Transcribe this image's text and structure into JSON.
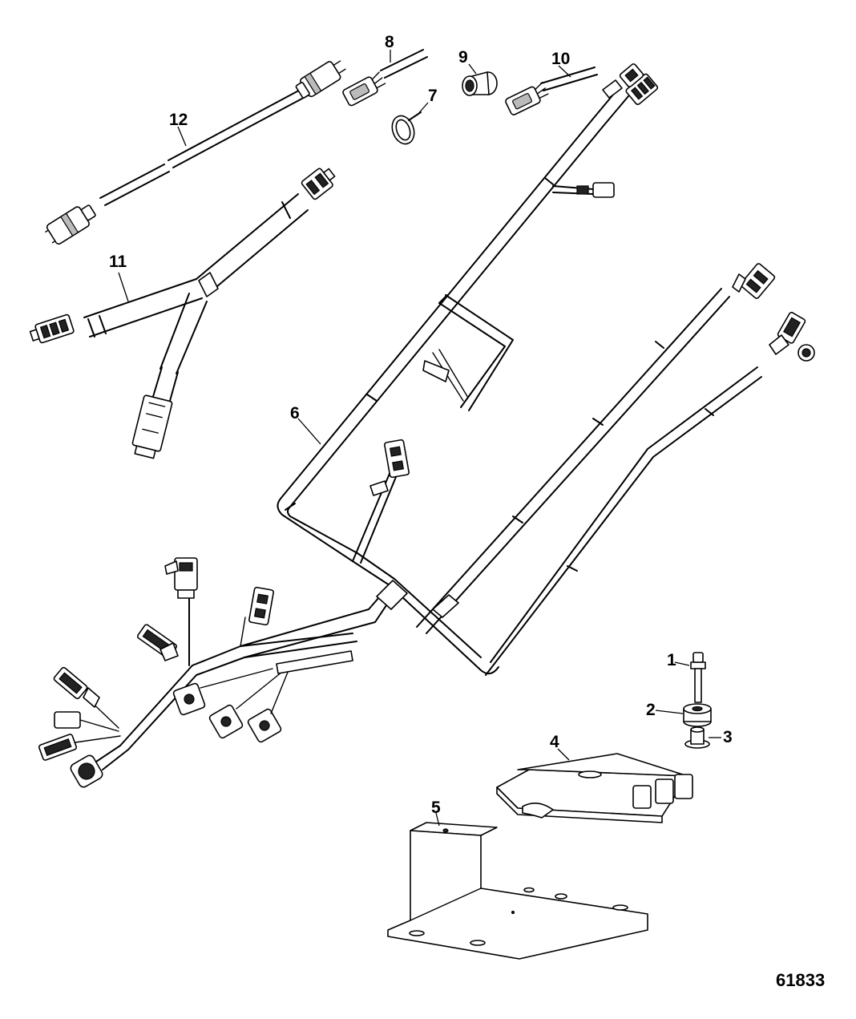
{
  "callouts": {
    "c1": "1",
    "c2": "2",
    "c3": "3",
    "c4": "4",
    "c5": "5",
    "c6": "6",
    "c7": "7",
    "c8": "8",
    "c9": "9",
    "c10": "10",
    "c11": "11",
    "c12": "12"
  },
  "figure_number": "61833"
}
